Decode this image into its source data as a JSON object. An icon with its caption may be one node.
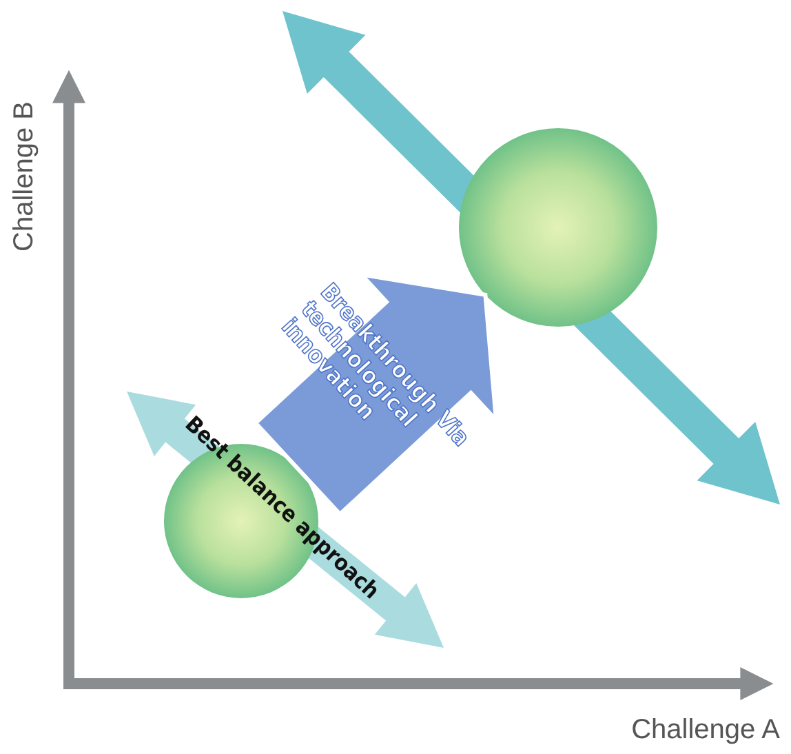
{
  "diagram": {
    "nodes": [
      {
        "text": [],
        "shape": "circle"
      },
      {
        "text": [],
        "shape": "circle"
      }
    ],
    "edges": [
      {
        "from": 0,
        "to": 1,
        "arrow": "to",
        "label": "Breakthrough Via technological innovation",
        "style": "thick"
      }
    ],
    "labels": [
      "Challenge B",
      "Best balance approach",
      "Challenge A"
    ]
  }
}
